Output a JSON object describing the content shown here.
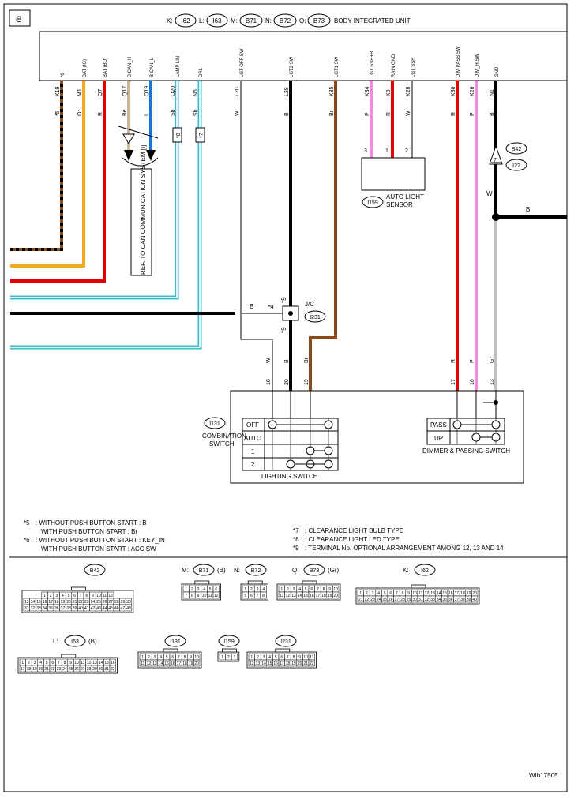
{
  "page_label": "e",
  "bcu": {
    "conn": [
      {
        "k": "K:",
        "v": "I62"
      },
      {
        "k": "L:",
        "v": "I63"
      },
      {
        "k": "M:",
        "v": "B71"
      },
      {
        "k": "N:",
        "v": "B72"
      },
      {
        "k": "Q:",
        "v": "B73"
      }
    ],
    "title": "BODY INTEGRATED UNIT",
    "pins": [
      {
        "top": "*6",
        "term": "K19",
        "color": "*5"
      },
      {
        "top": "BAT (IG)",
        "term": "M1",
        "color": "Or"
      },
      {
        "top": "BAT (BU)",
        "term": "Q7",
        "color": "R"
      },
      {
        "top": "B CAN_H",
        "term": "Q17",
        "color": "Be"
      },
      {
        "top": "B CAN_L",
        "term": "Q19",
        "color": "L"
      },
      {
        "top": "LAMP LIN",
        "term": "Q20",
        "color": "Sb"
      },
      {
        "top": "DRL",
        "term": "N5",
        "color": "Sb"
      },
      {
        "top": "LGT OFF SW",
        "term": "L20",
        "color": "W"
      },
      {
        "top": "LGT2 SW",
        "term": "L28",
        "color": "B"
      },
      {
        "top": "LGT1 SW",
        "term": "K35",
        "color": "Br"
      },
      {
        "top": "LGT SSR+B",
        "term": "K34",
        "color": "P"
      },
      {
        "top": "RAIN GND",
        "term": "K8",
        "color": "R"
      },
      {
        "top": "LGT SSR",
        "term": "K28",
        "color": "W"
      },
      {
        "top": "DIM PASS SW",
        "term": "K36",
        "color": "R"
      },
      {
        "top": "DIM_H SW",
        "term": "K26",
        "color": "P"
      },
      {
        "top": "GND",
        "term": "N1",
        "color": "B"
      }
    ]
  },
  "wire_colors": {
    "red": "#e00000",
    "orange": "#f5a623",
    "black": "#000000",
    "brown": "#8b4a1c",
    "pink": "#f08cdc",
    "lightblue": "#8fe8ec",
    "blue": "#1a73d9",
    "gray": "#c0c0c0",
    "beige": "#e7c99a"
  },
  "refs": {
    "r8": "*8",
    "r7": "*7"
  },
  "can_ref": "REF. TO CAN COMMUNICATION SYSTEM [I]",
  "sensor": {
    "pins": [
      "3",
      "1",
      "2"
    ],
    "conn": "I159",
    "label1": "AUTO LIGHT",
    "label2": "SENSOR"
  },
  "b42": {
    "conn": "B42",
    "conn2": "I22",
    "pin": "7",
    "wire": "W",
    "gnd_wire": "B"
  },
  "jc": {
    "label": "J/C",
    "conn": "I231",
    "mark_top": "*9",
    "mark_left": "*9",
    "mark_bottom": "*9",
    "wire_b": "B"
  },
  "switch": {
    "pins": [
      {
        "color": "W",
        "num": "18"
      },
      {
        "color": "B",
        "num": "20"
      },
      {
        "color": "Br",
        "num": "19"
      },
      {
        "color": "R",
        "num": "17"
      },
      {
        "color": "P",
        "num": "16"
      },
      {
        "color": "Gr",
        "num": "13"
      }
    ],
    "conn": "I131",
    "name1": "COMBINATION",
    "name2": "SWITCH",
    "lighting_rows": [
      "OFF",
      "AUTO",
      "1",
      "2"
    ],
    "lighting_label": "LIGHTING SWITCH",
    "dimmer_rows": [
      "PASS",
      "UP"
    ],
    "dimmer_label": "DIMMER & PASSING SWITCH"
  },
  "notes_left": [
    {
      "mark": "*5",
      "text": ": WITHOUT PUSH BUTTON START : B"
    },
    {
      "mark": "",
      "text": "WITH PUSH BUTTON START : Br"
    },
    {
      "mark": "*6",
      "text": ": WITHOUT PUSH BUTTON START : KEY_IN"
    },
    {
      "mark": "",
      "text": "WITH PUSH BUTTON START : ACC SW"
    }
  ],
  "notes_right": [
    {
      "mark": "*7",
      "text": ": CLEARANCE LIGHT BULB TYPE"
    },
    {
      "mark": "*8",
      "text": ": CLEARANCE LIGHT LED TYPE"
    },
    {
      "mark": "*9",
      "text": ": TERMINAL No. OPTIONAL ARRANGEMENT AMONG 12, 13 AND 14"
    }
  ],
  "connectors": {
    "b42": {
      "name": "B42",
      "rows": [
        [
          "1",
          "2",
          "3",
          "4",
          "5",
          "6",
          "7",
          "8",
          "9",
          "10",
          "11",
          "12"
        ],
        [
          "13",
          "14",
          "15",
          "16",
          "17",
          "18",
          "19",
          "20",
          "21",
          "22",
          "23",
          "24",
          "25",
          "26",
          "27",
          "28",
          "29",
          "30"
        ],
        [
          "31",
          "32",
          "33",
          "34",
          "35",
          "36",
          "37",
          "38",
          "39",
          "40",
          "41",
          "42",
          "43",
          "44",
          "45",
          "46",
          "47",
          "48"
        ]
      ]
    },
    "b71": {
      "prefix": "M:",
      "name": "B71",
      "suffix": "(B)",
      "rows": [
        [
          "1",
          "2",
          "3",
          "4",
          "5",
          "6"
        ],
        [
          "7",
          "8",
          "9",
          "10",
          "11",
          "12"
        ]
      ]
    },
    "b72": {
      "prefix": "N:",
      "name": "B72",
      "rows": [
        [
          "1",
          "2",
          "3",
          "4"
        ],
        [
          "5",
          "6",
          "7",
          "8"
        ]
      ]
    },
    "b73": {
      "prefix": "Q:",
      "name": "B73",
      "suffix": "(Gr)",
      "rows": [
        [
          "1",
          "2",
          "3",
          "4",
          "5",
          "6",
          "7",
          "8",
          "9",
          "10"
        ],
        [
          "11",
          "12",
          "13",
          "14",
          "15",
          "16",
          "17",
          "18",
          "19",
          "20"
        ]
      ]
    },
    "i62": {
      "prefix": "K:",
      "name": "I62",
      "rows": [
        [
          "1",
          "2",
          "3",
          "4",
          "5",
          "6",
          "7",
          "8",
          "9",
          "10",
          "11",
          "12",
          "13",
          "14",
          "15",
          "16",
          "17",
          "18",
          "19",
          "20"
        ],
        [
          "21",
          "22",
          "23",
          "24",
          "25",
          "26",
          "27",
          "28",
          "29",
          "30",
          "31",
          "32",
          "33",
          "34",
          "35",
          "36",
          "37",
          "38",
          "39",
          "40"
        ]
      ]
    },
    "i63": {
      "prefix": "L:",
      "name": "I63",
      "suffix": "(B)",
      "rows": [
        [
          "1",
          "2",
          "3",
          "4",
          "5",
          "6",
          "7",
          "8",
          "9",
          "10",
          "11",
          "12",
          "13",
          "14",
          "15",
          "16"
        ],
        [
          "17",
          "18",
          "19",
          "20",
          "21",
          "22",
          "23",
          "24",
          "25",
          "26",
          "27",
          "28",
          "29",
          "30",
          "31",
          "32"
        ]
      ]
    },
    "i131": {
      "name": "I131",
      "rows": [
        [
          "1",
          "2",
          "3",
          "4",
          "5",
          "6",
          "7",
          "8",
          "9",
          "10"
        ],
        [
          "11",
          "12",
          "13",
          "14",
          "15",
          "16",
          "17",
          "18",
          "19",
          "20"
        ]
      ]
    },
    "i159": {
      "name": "I159",
      "rows": [
        [
          "1",
          "2",
          "3"
        ]
      ]
    },
    "i231": {
      "name": "I231",
      "rows": [
        [
          "1",
          "2",
          "3",
          "4",
          "5",
          "6",
          "7",
          "8",
          "9",
          "10",
          "11"
        ],
        [
          "12",
          "13",
          "14",
          "15",
          "16",
          "17",
          "18",
          "19",
          "20",
          "21",
          "22"
        ]
      ]
    }
  },
  "doc_id": "WIb17505"
}
